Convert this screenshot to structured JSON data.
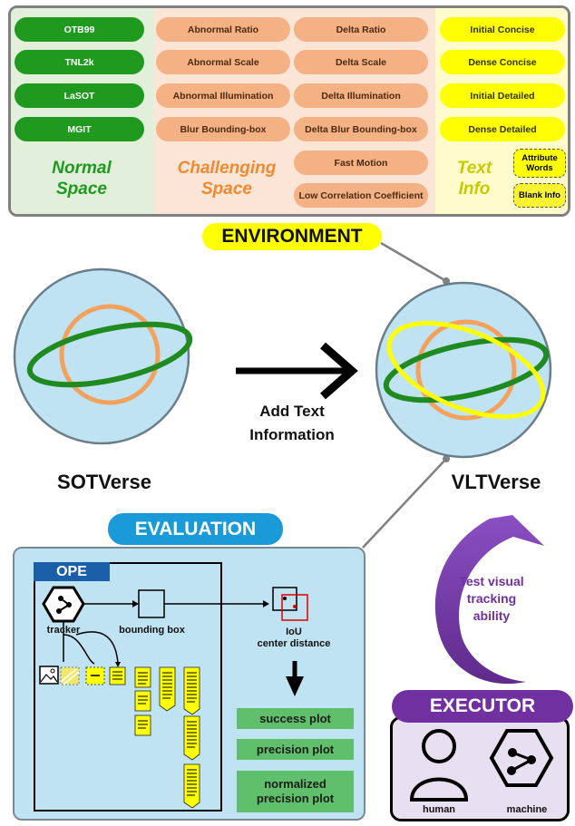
{
  "environment": {
    "title": "ENVIRONMENT",
    "normal_space": {
      "label_line1": "Normal",
      "label_line2": "Space",
      "items": [
        "OTB99",
        "TNL2k",
        "LaSOT",
        "MGIT"
      ]
    },
    "challenging_space": {
      "label_line1": "Challenging",
      "label_line2": "Space",
      "column1": [
        "Abnormal Ratio",
        "Abnormal Scale",
        "Abnormal Illumination",
        "Blur Bounding-box"
      ],
      "column2": [
        "Delta Ratio",
        "Delta Scale",
        "Delta Illumination",
        "Delta Blur Bounding-box",
        "Fast Motion",
        "Low Correlation Coefficient"
      ]
    },
    "text_info": {
      "label_line1": "Text",
      "label_line2": "Info",
      "items": [
        "Initial Concise",
        "Dense Concise",
        "Initial Detailed",
        "Dense Detailed"
      ],
      "attribute_words": "Attribute Words",
      "blank_info": "Blank Info"
    }
  },
  "middle": {
    "sotverse_label": "SOTVerse",
    "vltverse_label": "VLTVerse",
    "arrow_label_line1": "Add Text",
    "arrow_label_line2": "Information"
  },
  "evaluation": {
    "title": "EVALUATION",
    "ope_label": "OPE",
    "tracker_label": "tracker",
    "bbox_label": "bounding box",
    "metric_line1": "IoU",
    "metric_line2": "center distance",
    "success_plot": "success plot",
    "precision_plot": "precision plot",
    "normalized_line1": "normalized",
    "normalized_line2": "precision plot"
  },
  "test_ability": {
    "line1": "Test visual",
    "line2": "tracking",
    "line3": "ability"
  },
  "executor": {
    "title": "EXECUTOR",
    "human_label": "human",
    "machine_label": "machine"
  },
  "colors": {
    "green": "#1f9a1f",
    "orange": "#f4b183",
    "yellow": "#ffff00",
    "blue": "#1a9ad6",
    "purple": "#7030a0",
    "eval_green": "#5fbf6a",
    "sky": "#bfe3f2"
  }
}
